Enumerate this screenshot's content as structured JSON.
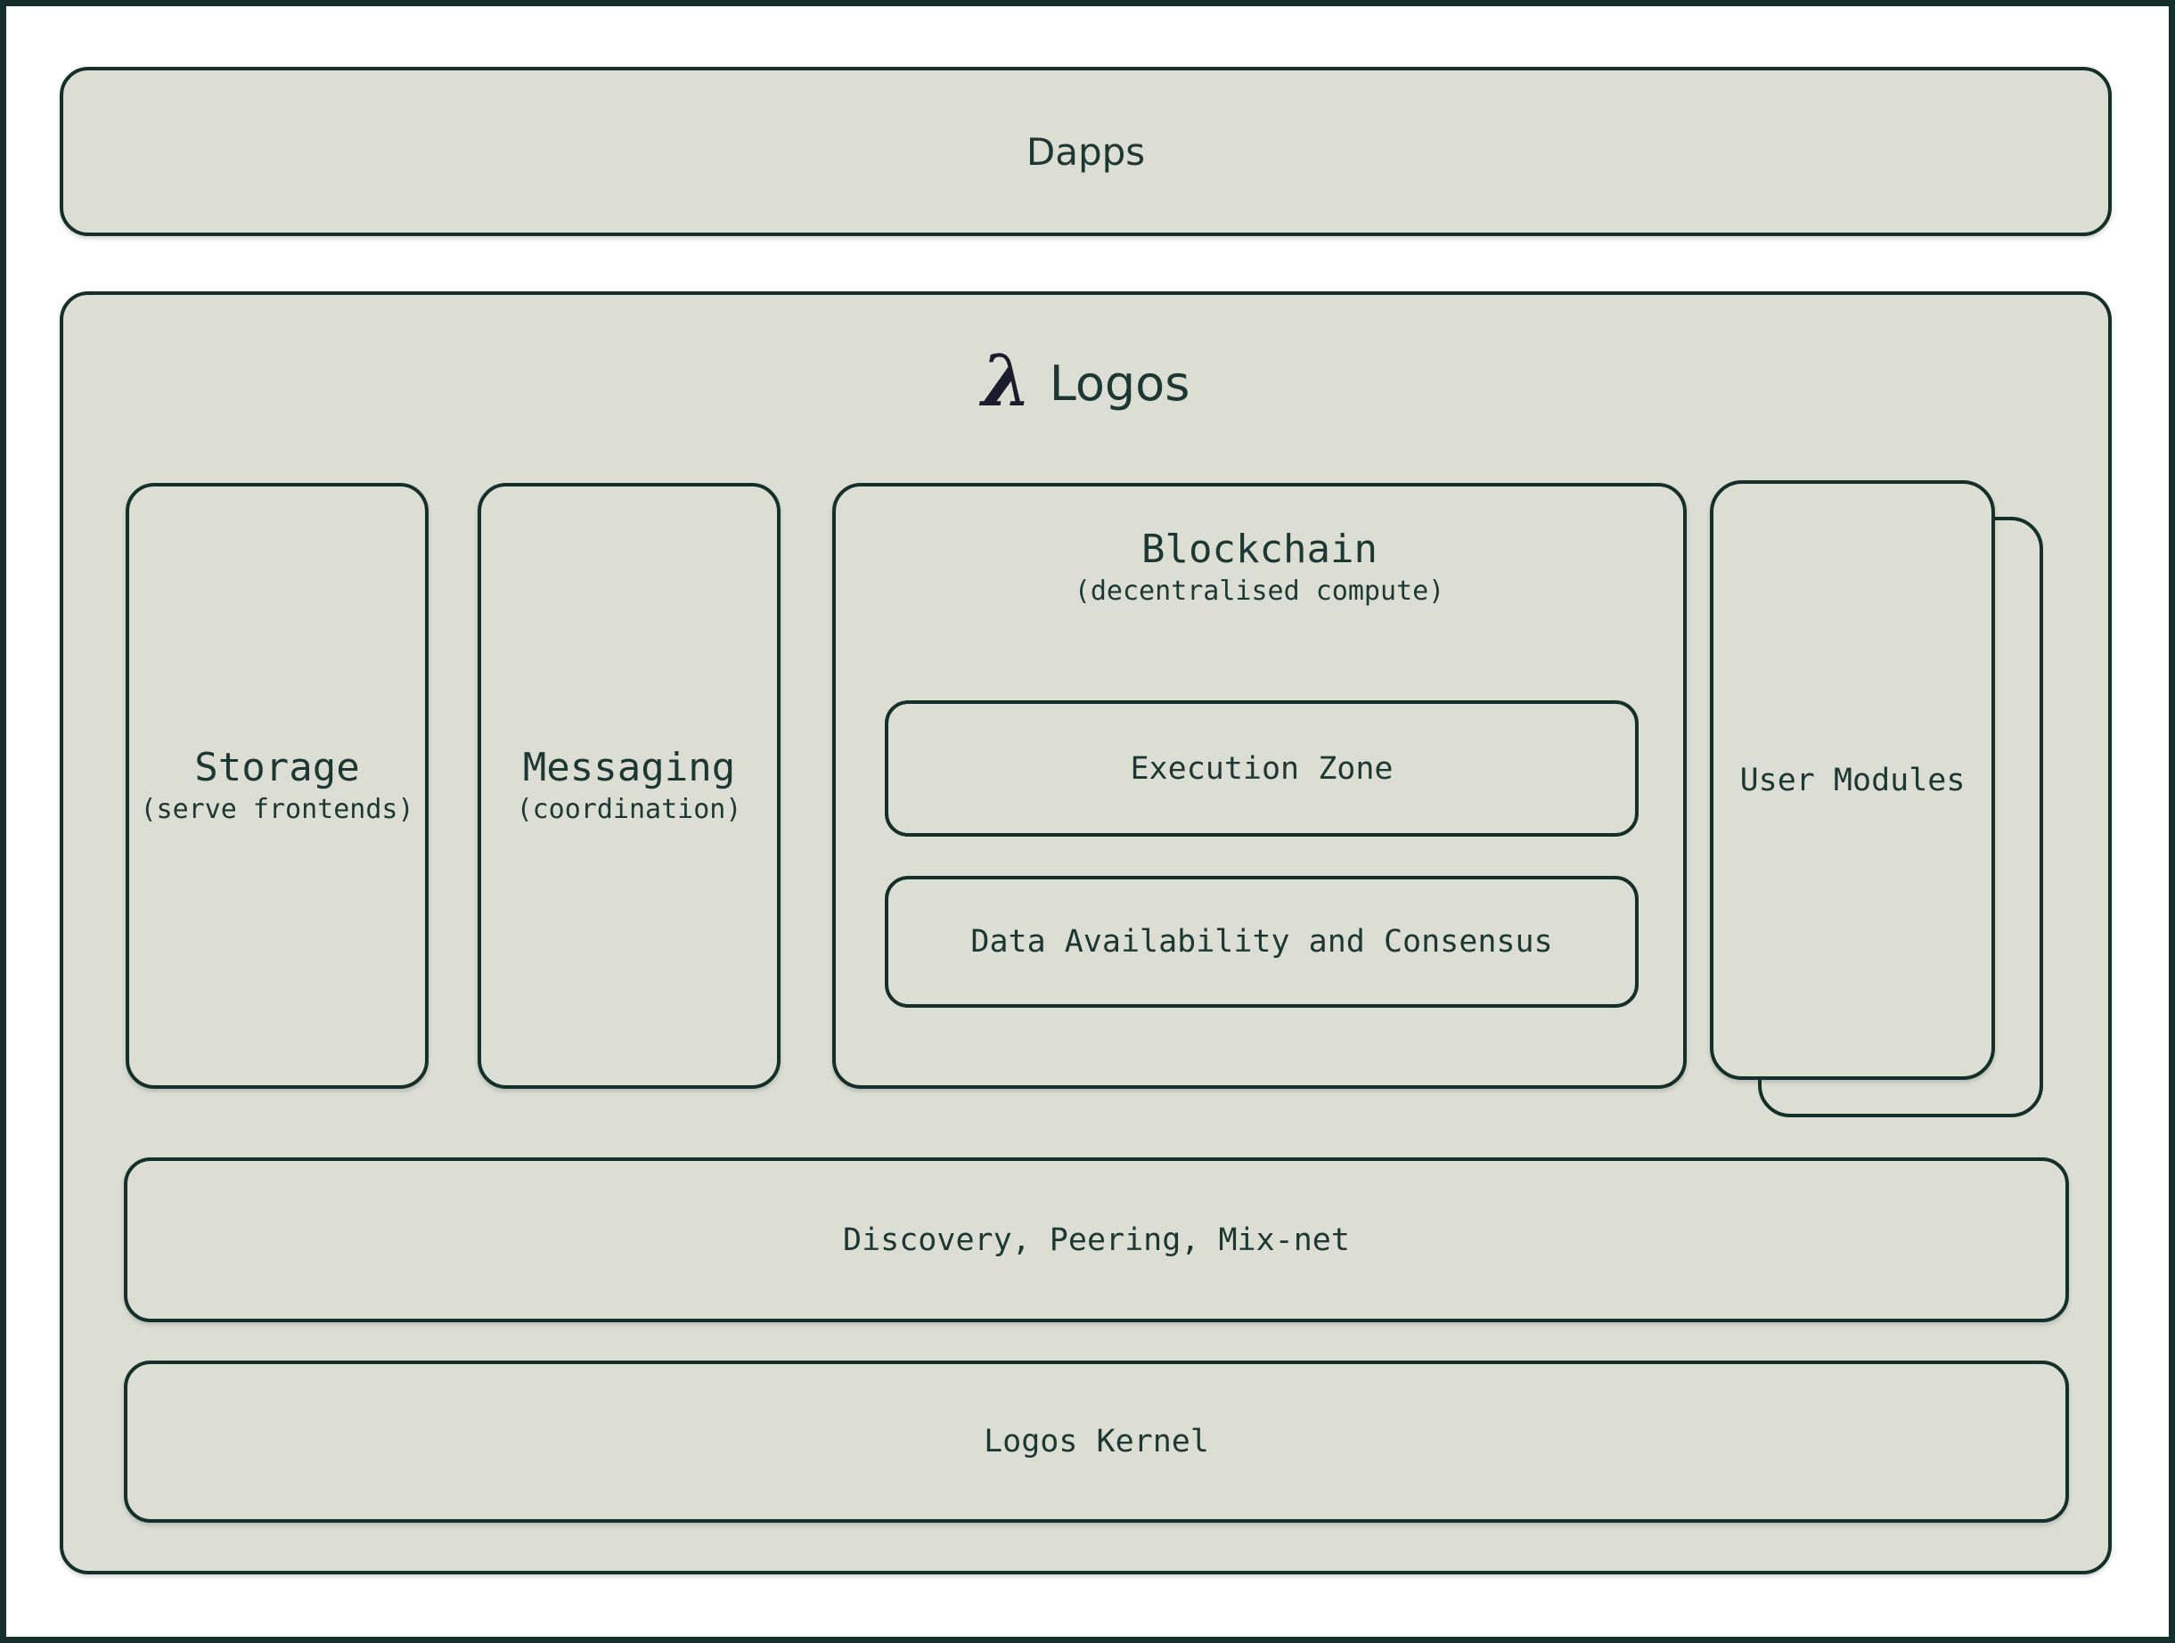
{
  "colors": {
    "background": "#ffffff",
    "surface": "#dcded4",
    "border": "#15302b",
    "text": "#1d3833",
    "lambda": "#1a1c2e",
    "frame": "#15302b"
  },
  "dapps": {
    "label": "Dapps"
  },
  "logos": {
    "lambda_glyph": "λ",
    "title": "Logos",
    "modules": {
      "storage": {
        "title": "Storage",
        "subtitle": "(serve frontends)"
      },
      "messaging": {
        "title": "Messaging",
        "subtitle": "(coordination)"
      },
      "blockchain": {
        "title": "Blockchain",
        "subtitle": "(decentralised compute)",
        "execution_zone": {
          "label": "Execution Zone"
        },
        "data_availability": {
          "label": "Data Availability and Consensus"
        }
      },
      "user_modules": {
        "label": "User Modules"
      }
    },
    "network": {
      "label": "Discovery, Peering, Mix-net"
    },
    "kernel": {
      "label": "Logos Kernel"
    }
  }
}
